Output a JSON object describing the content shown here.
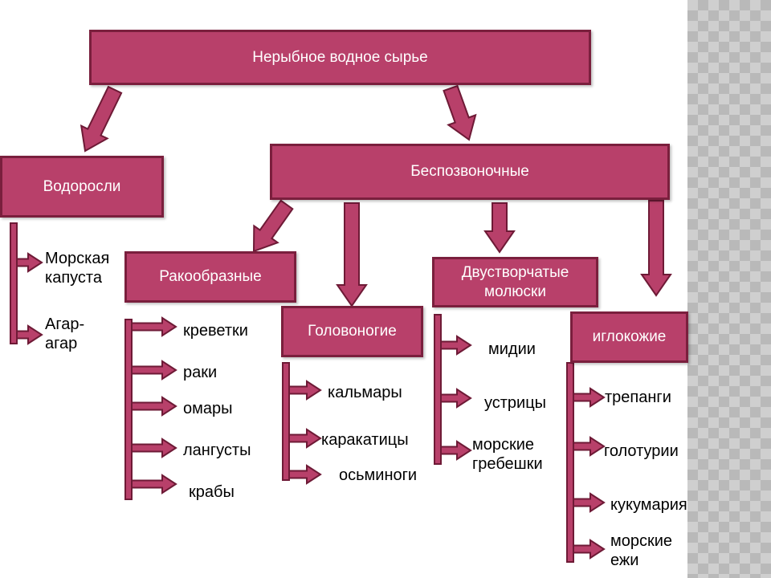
{
  "root": "Нерыбное водное сырье",
  "algae": {
    "title": "Водоросли",
    "items": [
      "Морская капуста",
      "Агар-агар"
    ],
    "items_lines": [
      [
        "Морская",
        "капуста"
      ],
      [
        "Агар-",
        "агар"
      ]
    ]
  },
  "invertebrates": {
    "title": "Беспозвоночные",
    "groups": {
      "crustaceans": {
        "title": "Ракообразные",
        "items": [
          "креветки",
          "раки",
          "омары",
          "лангусты",
          "крабы"
        ]
      },
      "cephalopods": {
        "title": "Головоногие",
        "items": [
          "кальмары",
          "каракатицы",
          "осьминоги"
        ]
      },
      "bivalves": {
        "title_lines": [
          "Двустворчатые",
          "молюски"
        ],
        "items": [
          "мидии",
          "устрицы",
          "морские гребешки"
        ],
        "item3_lines": [
          "морские",
          "гребешки"
        ]
      },
      "echinoderms": {
        "title": "иглокожие",
        "items": [
          "трепанги",
          "голотурии",
          "кукумария",
          "морские ежи"
        ],
        "item4_lines": [
          "морские",
          "ежи"
        ]
      }
    }
  },
  "colors": {
    "box_fill": "#b8406a",
    "box_border": "#7a1f3d",
    "arrow_fill": "#b8406a",
    "arrow_border": "#6e1a36"
  }
}
